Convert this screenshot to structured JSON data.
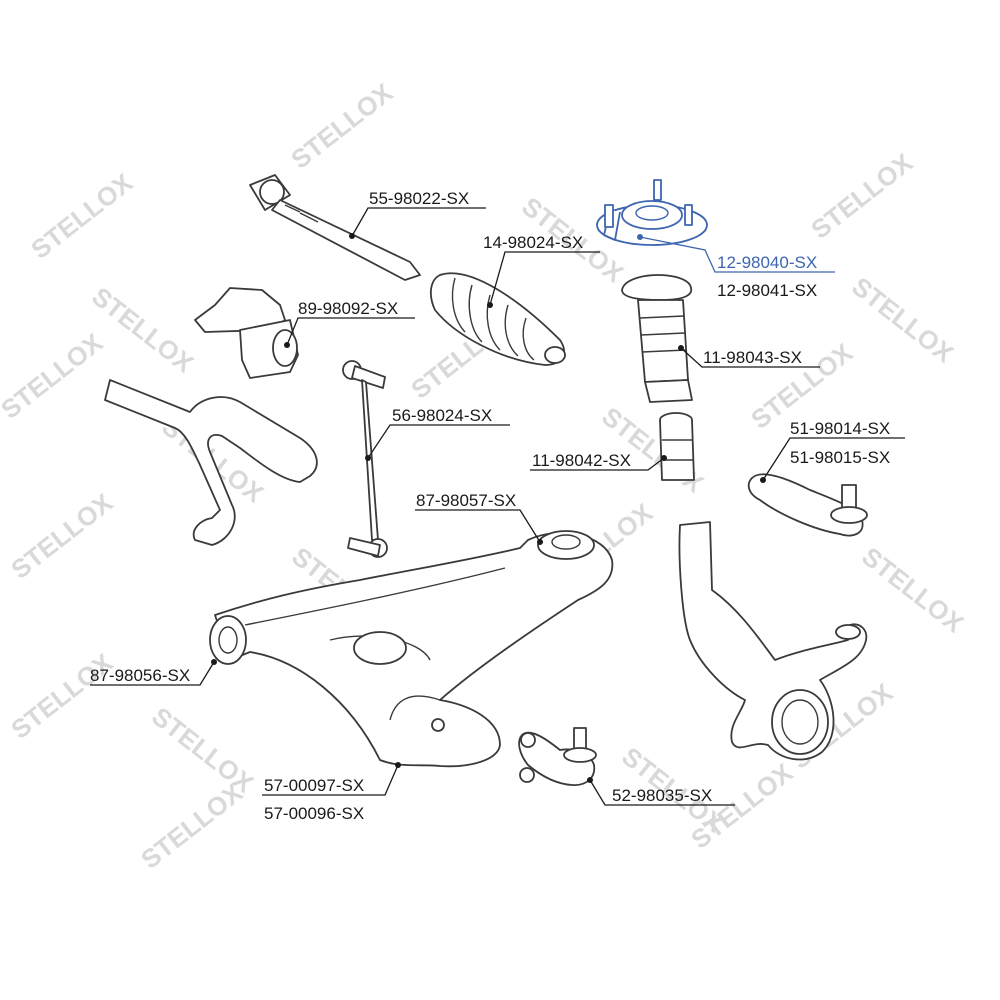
{
  "watermark": {
    "text": "STELLOX",
    "color": "#d9d9d9"
  },
  "highlight_color": "#3d65b0",
  "labels": {
    "l55_98022": "55-98022-SX",
    "l14_98024": "14-98024-SX",
    "l12_98040": "12-98040-SX",
    "l12_98041": "12-98041-SX",
    "l89_98092": "89-98092-SX",
    "l11_98043": "11-98043-SX",
    "l56_98024": "56-98024-SX",
    "l51_98014": "51-98014-SX",
    "l51_98015": "51-98015-SX",
    "l11_98042": "11-98042-SX",
    "l87_98057": "87-98057-SX",
    "l87_98056": "87-98056-SX",
    "l57_00097": "57-00097-SX",
    "l57_00096": "57-00096-SX",
    "l52_98035": "52-98035-SX"
  }
}
